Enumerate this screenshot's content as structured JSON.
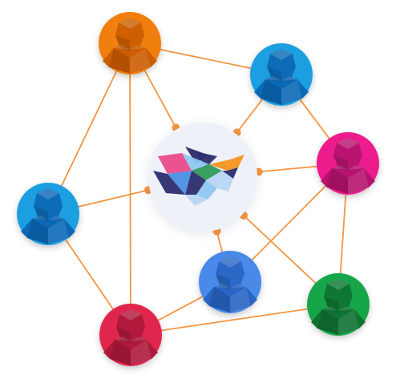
{
  "diagram": {
    "hub": {
      "icon": "polygonal-bird-logo",
      "background": "#eef1f8",
      "logo_colors": [
        "#2b2d6e",
        "#e94a8a",
        "#f7941d",
        "#2e9a5a",
        "#4a8fe0",
        "#8ec6f0",
        "#b6d6f5"
      ]
    },
    "connector_color": "#f39440",
    "nodes": [
      {
        "id": "orange",
        "icon": "polygon-avatar-icon",
        "color": "#f07f0a",
        "dark": "#c85a00"
      },
      {
        "id": "sky-top",
        "icon": "polygon-avatar-icon",
        "color": "#1f9fe0",
        "dark": "#0a62b0"
      },
      {
        "id": "magenta",
        "icon": "polygon-avatar-icon",
        "color": "#ec1e8c",
        "dark": "#b0136a"
      },
      {
        "id": "sky-left",
        "icon": "polygon-avatar-icon",
        "color": "#1f9fe0",
        "dark": "#0a62b0"
      },
      {
        "id": "blue",
        "icon": "polygon-avatar-icon",
        "color": "#4a8ae8",
        "dark": "#2560c0"
      },
      {
        "id": "green",
        "icon": "polygon-avatar-icon",
        "color": "#17a64a",
        "dark": "#0e6e30"
      },
      {
        "id": "crimson",
        "icon": "polygon-avatar-icon",
        "color": "#e0264e",
        "dark": "#a8183a"
      }
    ],
    "edges": [
      [
        "orange",
        "sky-top"
      ],
      [
        "orange",
        "hub"
      ],
      [
        "orange",
        "sky-left"
      ],
      [
        "orange",
        "crimson"
      ],
      [
        "sky-top",
        "hub"
      ],
      [
        "sky-top",
        "magenta"
      ],
      [
        "magenta",
        "hub"
      ],
      [
        "magenta",
        "blue"
      ],
      [
        "magenta",
        "green"
      ],
      [
        "sky-left",
        "hub"
      ],
      [
        "sky-left",
        "crimson"
      ],
      [
        "blue",
        "hub"
      ],
      [
        "blue",
        "crimson"
      ],
      [
        "green",
        "hub"
      ],
      [
        "green",
        "crimson"
      ]
    ]
  }
}
